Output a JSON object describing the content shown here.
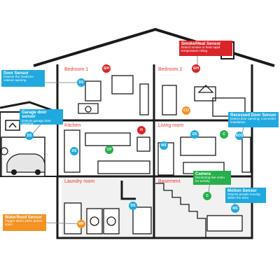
{
  "colors": {
    "sensor_blue": "#1fa9de",
    "sensor_red": "#d9252a",
    "sensor_green": "#26b04b",
    "sensor_orange": "#f39323",
    "room_label": "#e53935",
    "outline": "#1a1a1a"
  },
  "rooms": {
    "bedroom1": "Bedroom 1",
    "bedroom2": "Bedroom 2",
    "kitchen": "Kitchen",
    "living_room": "Living room",
    "laundry_room": "Laundry room",
    "basement": "Basement"
  },
  "callouts": {
    "door_sensor": {
      "title": "Door Sensor",
      "desc": "Detects the medicine cabinet opening"
    },
    "smoke_heat_sensor": {
      "title": "Smoke/Heat Sensor",
      "desc": "Detect smoke or heat rapid temperature rising"
    },
    "garage_door_sensor": {
      "title": "Garage door sensor",
      "desc": "Detects garage door opening"
    },
    "recessed_door_sensor": {
      "title": "Recessed Door Sensor",
      "desc": "Detect door opening, concealed installation"
    },
    "camera": {
      "title": "Camera",
      "desc": "Monitoring live video for activity"
    },
    "motion_sensor": {
      "title": "Motion Sensor",
      "desc": "Detects people moving within the area"
    },
    "waterflood_sensor": {
      "title": "Waterflood Sensor",
      "desc": "Trigger alarm when detect water"
    }
  },
  "markers": {
    "ds_bedroom": "DS",
    "sh_bedroom1": "S/H",
    "sh_bedroom2": "S/H",
    "co_bedroom2": "CO",
    "ds_garage": "DS",
    "ds_kitchen": "DS",
    "cp_kitchen": "CP",
    "h_kitchen": "H",
    "ms_living": "MS",
    "ds_living": "DS",
    "c_living": "C",
    "rds_living": "RDS",
    "ds_laundry": "DS",
    "c_basement": "C",
    "ms_basement": "MS",
    "wf_laundry": "WF"
  }
}
